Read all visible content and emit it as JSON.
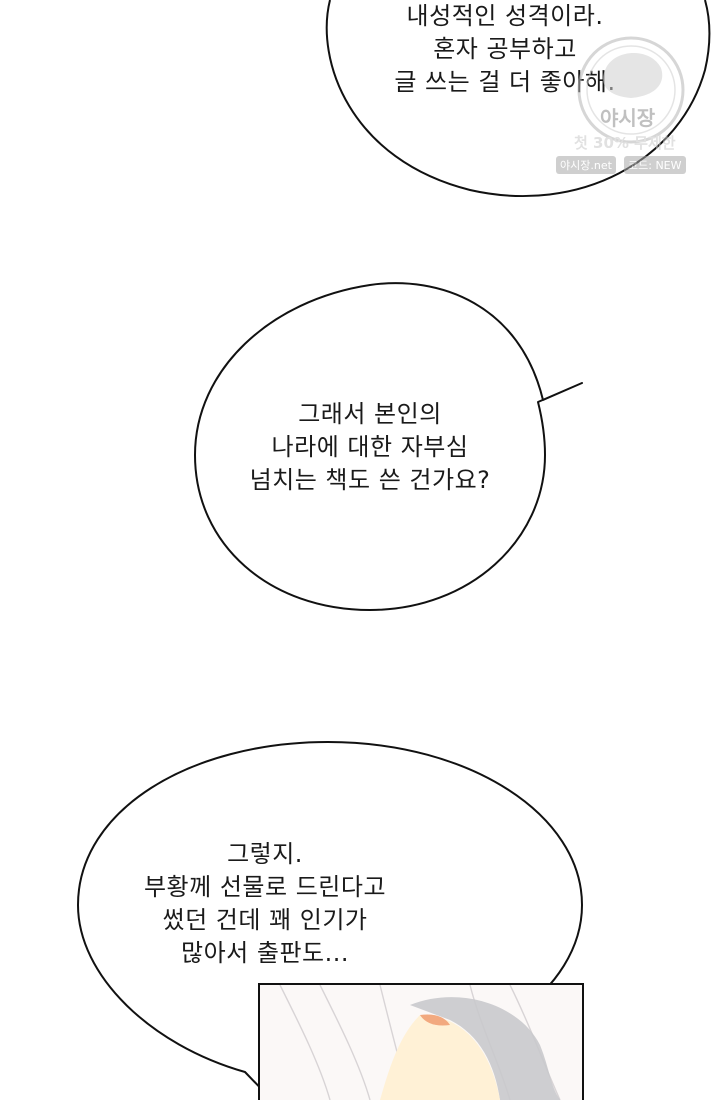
{
  "bubbles": [
    {
      "lines": [
        "내성적인 성격이라.",
        "혼자 공부하고",
        "글 쓰는 걸 더 좋아해."
      ]
    },
    {
      "lines": [
        "그래서 본인의",
        "나라에 대한 자부심",
        "넘치는 책도 쓴 건가요?"
      ]
    },
    {
      "lines": [
        "그렇지.",
        "부황께 선물로 드린다고",
        "썼던 건데 꽤 인기가",
        "많아서 출판도..."
      ]
    }
  ],
  "watermark": {
    "title": "야시장",
    "promo": "첫 30% 무제한",
    "tag_site": "야시장.net",
    "tag_code": "코드: NEW"
  },
  "colors": {
    "outline": "#111111",
    "background": "#ffffff"
  }
}
